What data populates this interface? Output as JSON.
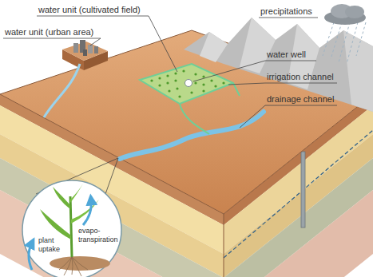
{
  "diagram": {
    "nodes": [
      {
        "text": [
          "evapo- transpiration",
          "plant uptake"
        ]
      }
    ],
    "labels": [
      "precipitations",
      "water unit (cultivated field)",
      "water unit (urban area)",
      "water well",
      "irrigation channel",
      "drainage channel"
    ]
  }
}
